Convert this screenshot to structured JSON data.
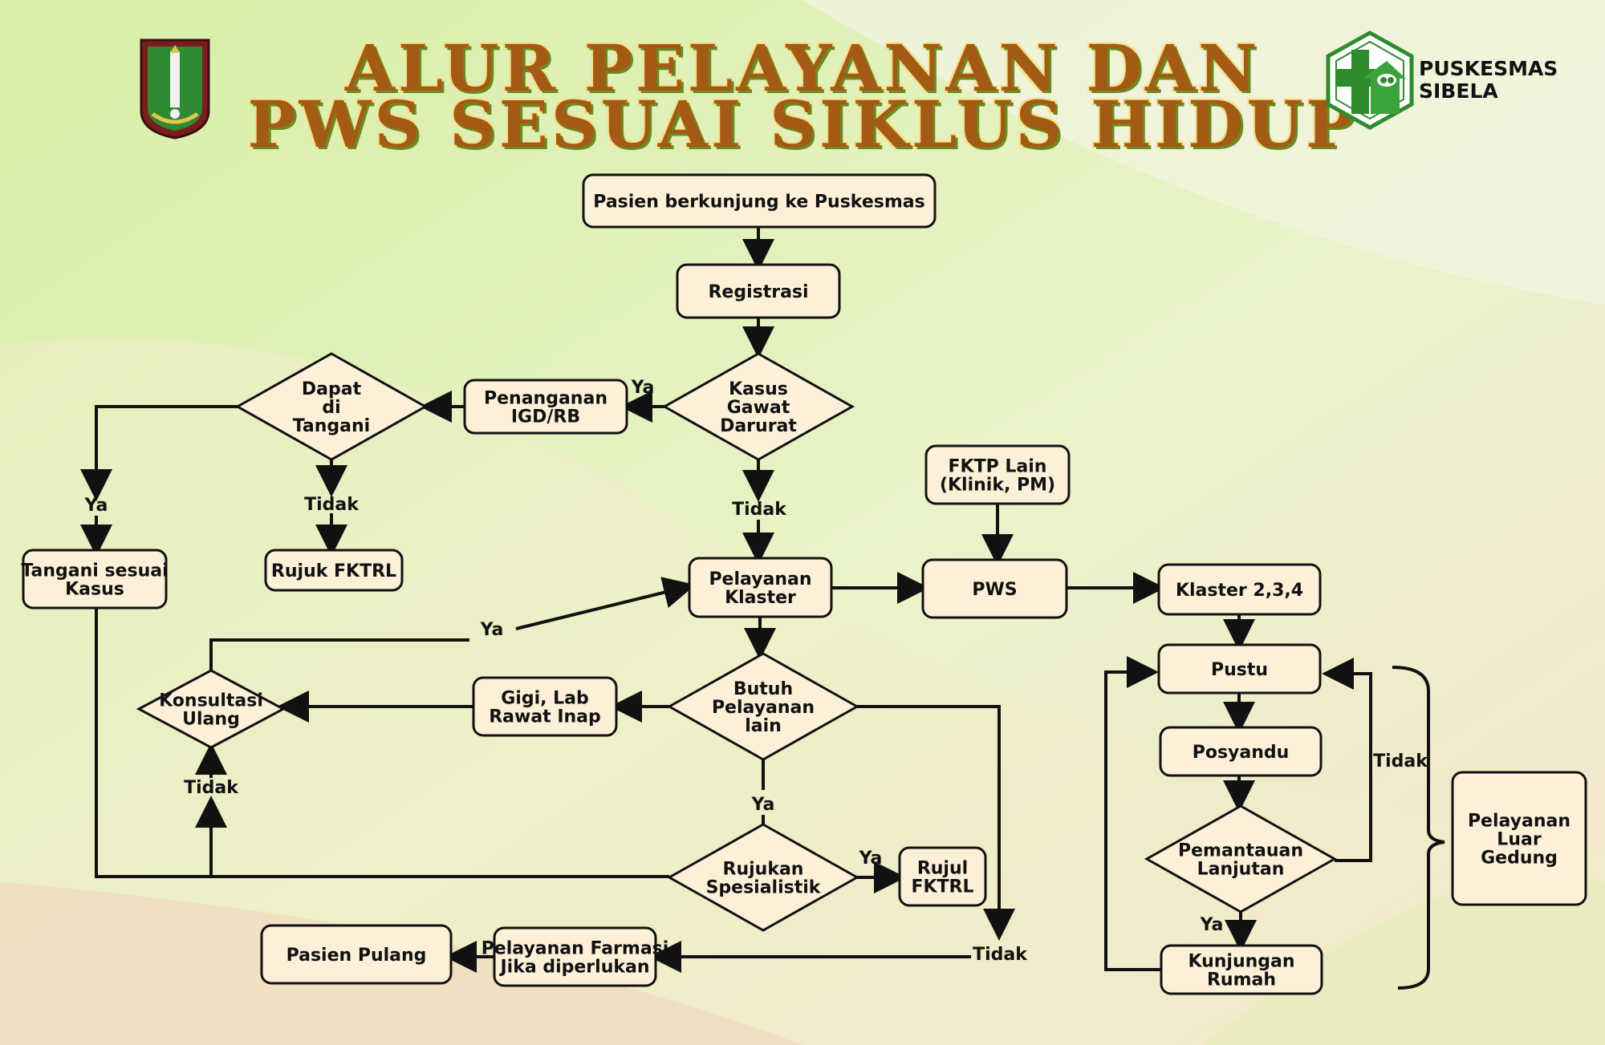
{
  "title": {
    "line1": "ALUR PELAYANAN DAN",
    "line2": "PWS SESUAI SIKLUS HIDUP"
  },
  "logo_right": {
    "line1": "PUSKESMAS",
    "line2": "SIBELA"
  },
  "nodes": {
    "start": [
      "Pasien berkunjung ke Puskesmas"
    ],
    "registrasi": [
      "Registrasi"
    ],
    "gawat": [
      "Kasus",
      "Gawat",
      "Darurat"
    ],
    "igd": [
      "Penanganan",
      "IGD/RB"
    ],
    "dapat": [
      "Dapat",
      "di",
      "Tangani"
    ],
    "tangani": [
      "Tangani sesuai",
      "Kasus"
    ],
    "rujuk_fktrl": [
      "Rujuk FKTRL"
    ],
    "klaster": [
      "Pelayanan",
      "Klaster"
    ],
    "fktp": [
      "FKTP Lain",
      "(Klinik, PM)"
    ],
    "pws": [
      "PWS"
    ],
    "klaster234": [
      "Klaster 2,3,4"
    ],
    "butuh": [
      "Butuh",
      "Pelayanan",
      "lain"
    ],
    "gigi": [
      "Gigi, Lab",
      "Rawat Inap"
    ],
    "konsultasi": [
      "Konsultasi",
      "Ulang"
    ],
    "rujukan": [
      "Rujukan",
      "Spesialistik"
    ],
    "rujul": [
      "Rujul",
      "FKTRL"
    ],
    "farmasi": [
      "Pelayanan Farmasi",
      "Jika diperlukan"
    ],
    "pulang": [
      "Pasien Pulang"
    ],
    "pustu": [
      "Pustu"
    ],
    "posyandu": [
      "Posyandu"
    ],
    "pemantauan": [
      "Pemantauan",
      "Lanjutan"
    ],
    "kunjungan": [
      "Kunjungan",
      "Rumah"
    ],
    "luar": [
      "Pelayanan",
      "Luar",
      "Gedung"
    ]
  },
  "edge_labels": {
    "ya_igd": "Ya",
    "tidak_gawat": "Tidak",
    "ya_dapat": "Ya",
    "tidak_dapat": "Tidak",
    "ya_konsul": "Ya",
    "tidak_konsul": "Tidak",
    "ya_butuh": "Ya",
    "ya_rujukan": "Ya",
    "tidak_butuh": "Tidak",
    "tidak_pemantauan": "Tidak",
    "ya_pemantauan": "Ya"
  },
  "colors": {
    "box_fill": "#fcf0d8",
    "title": "#a35a14",
    "logo_green": "#2e8b2e"
  }
}
